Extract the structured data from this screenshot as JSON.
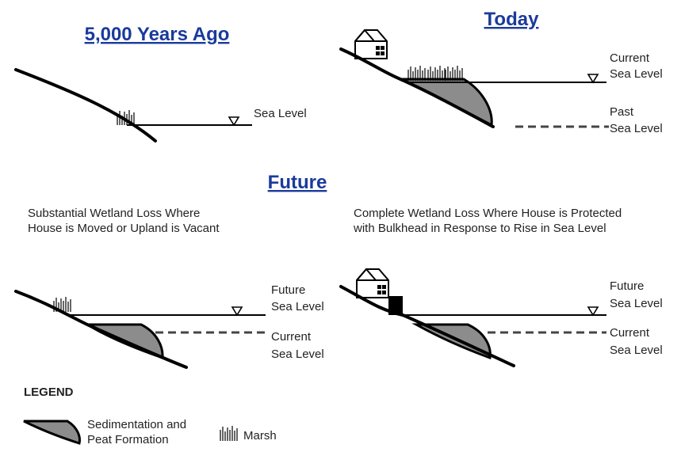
{
  "panels": {
    "past": {
      "title": "5,000 Years Ago",
      "sea_label": "Sea Level"
    },
    "today": {
      "title": "Today",
      "current_line1": "Current",
      "current_line2": "Sea Level",
      "past_line1": "Past",
      "past_line2": "Sea Level"
    },
    "future": {
      "title": "Future",
      "left_caption_1": "Substantial Wetland Loss Where",
      "left_caption_2": "House is Moved or Upland is Vacant",
      "right_caption_1": "Complete Wetland Loss Where House is Protected",
      "right_caption_2": "with Bulkhead in Response to Rise in Sea Level",
      "future_line1": "Future",
      "future_line2": "Sea Level",
      "current_line1": "Current",
      "current_line2": "Sea Level"
    }
  },
  "legend": {
    "title": "LEGEND",
    "sediment_line1": "Sedimentation and",
    "sediment_line2": "Peat Formation",
    "marsh": "Marsh"
  }
}
